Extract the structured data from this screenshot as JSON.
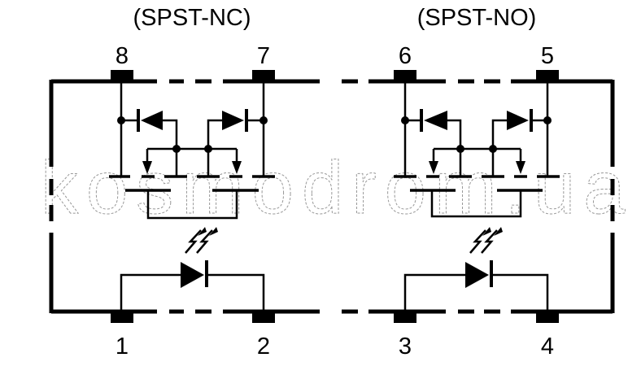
{
  "titles": {
    "left": "(SPST-NC)",
    "right": "(SPST-NO)"
  },
  "pins": {
    "p1": "1",
    "p2": "2",
    "p3": "3",
    "p4": "4",
    "p5": "5",
    "p6": "6",
    "p7": "7",
    "p8": "8"
  },
  "watermark": "kosmodrom.ua",
  "colors": {
    "ink": "#000000",
    "background": "#ffffff"
  }
}
